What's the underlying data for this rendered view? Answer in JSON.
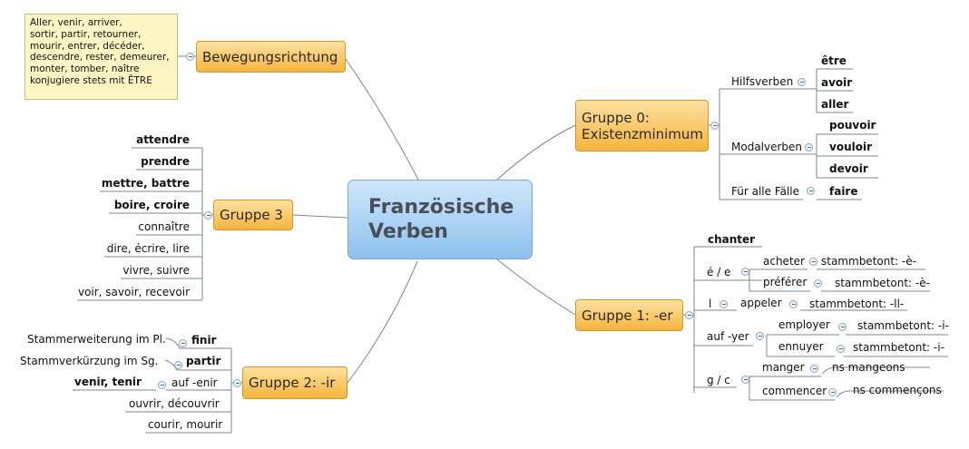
{
  "center": {
    "title": "Französische\nVerben"
  },
  "note": {
    "text": "Aller, venir, arriver,\nsortir, partir, retourner,\nmourir, entrer, décéder,\ndescendre, rester, demeurer,\nmonter, tomber, naître\nkonjugiere stets mit ÊTRE"
  },
  "branches": {
    "bewegung": "Bewegungsrichtung",
    "g3": "Gruppe 3",
    "g2": "Gruppe 2: -ir",
    "g0": "Gruppe 0:\nExistenzminimum",
    "g1": "Gruppe 1: -er"
  },
  "gruppe3": [
    "attendre",
    "prendre",
    "mettre, battre",
    "boire, croire",
    "connaître",
    "dire, écrire, lire",
    "vivre, suivre",
    "voir, savoir, recevoir"
  ],
  "gruppe2": {
    "finir": "finir",
    "finir_note": "Stammerweiterung im Pl.",
    "partir": "partir",
    "partir_note": "Stammverkürzung im Sg.",
    "enir": "auf -enir",
    "enir_ex": "venir, tenir",
    "ouvrir": "ouvrir, découvrir",
    "courir": "courir, mourir"
  },
  "gruppe0": {
    "hilfs": "Hilfsverben",
    "etre": "être",
    "avoir": "avoir",
    "aller": "aller",
    "modal": "Modalverben",
    "pouvoir": "pouvoir",
    "vouloir": "vouloir",
    "devoir": "devoir",
    "alle": "Für alle Fälle",
    "faire": "faire"
  },
  "gruppe1": {
    "chanter": "chanter",
    "ee": "é / e",
    "acheter": "acheter",
    "acheter_s": "stammbetont: -è-",
    "preferer": "préférer",
    "preferer_s": "stammbetont: -è-",
    "l": "l",
    "appeler": "appeler",
    "appeler_s": "stammbetont: -ll-",
    "yer": "auf -yer",
    "employer": "employer",
    "employer_s": "stammbetont: -i-",
    "ennuyer": "ennuyer",
    "ennuyer_s": "stammbetont: -i-",
    "gc": "g / c",
    "manger": "manger",
    "manger_s": "ns mangeons",
    "commencer": "commencer",
    "commencer_s": "ns commençons"
  }
}
